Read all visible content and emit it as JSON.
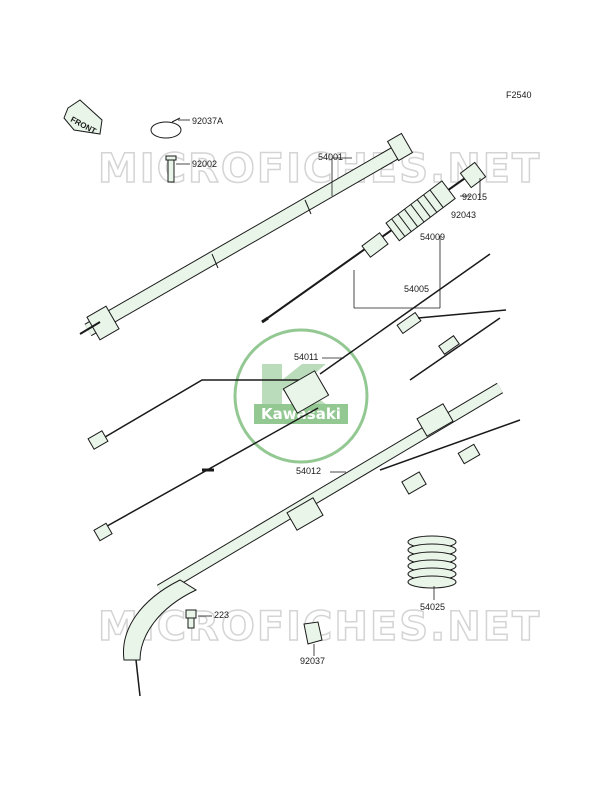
{
  "drawing_id": "F2540",
  "watermark_text": "MICROFICHES.NET",
  "logo_text": "Kawasaki",
  "front_label": "FRONT",
  "colors": {
    "accent": "#3a9a3a",
    "logo": "#3a9a3a",
    "line": "#1a1a1a",
    "tint": "#e8f5e8"
  },
  "parts": [
    {
      "id": "92037A"
    },
    {
      "id": "92002"
    },
    {
      "id": "54001"
    },
    {
      "id": "92015"
    },
    {
      "id": "92043"
    },
    {
      "id": "54009"
    },
    {
      "id": "54005"
    },
    {
      "id": "54011"
    },
    {
      "id": "54012"
    },
    {
      "id": "54025"
    },
    {
      "id": "223"
    },
    {
      "id": "92037"
    }
  ]
}
